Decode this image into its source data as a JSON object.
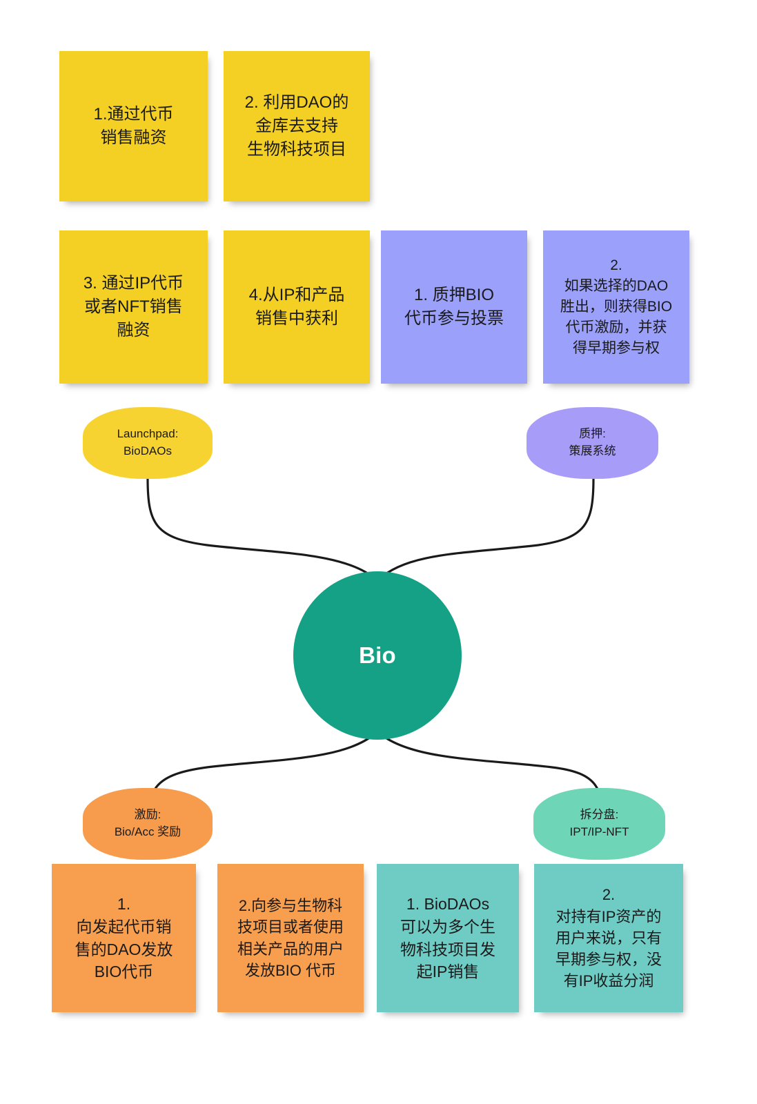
{
  "hub": {
    "label": "Bio",
    "color": "#14A185"
  },
  "colors": {
    "yellow_note": "#F4D024",
    "purple_note": "#9BA0FA",
    "orange_note": "#F79F4F",
    "teal_note": "#6FCCC5",
    "yellow_pill": "#F7D331",
    "purple_pill": "#A79CF7",
    "orange_pill": "#F79B4D",
    "teal_pill": "#6ED5B7",
    "hub_green": "#14A185",
    "connector_line": "#1A1A1A",
    "background": "#FFFFFF"
  },
  "branches": {
    "launchpad": {
      "pill_label": "Launchpad:\nBioDAOs",
      "notes": [
        "1.通过代币\n销售融资",
        "2. 利用DAO的\n金库去支持\n生物科技项目",
        "3. 通过IP代币\n或者NFT销售\n融资",
        "4.从IP和产品\n销售中获利"
      ]
    },
    "staking": {
      "pill_label": "质押:\n策展系统",
      "notes": [
        "1. 质押BIO\n代币参与投票",
        "2.\n如果选择的DAO\n胜出，则获得BIO\n代币激励，并获\n得早期参与权"
      ]
    },
    "incentive": {
      "pill_label": "激励:\nBio/Acc 奖励",
      "notes": [
        "1.\n向发起代币销\n售的DAO发放\nBIO代币",
        "2.向参与生物科\n技项目或者使用\n相关产品的用户\n发放BIO 代币"
      ]
    },
    "split": {
      "pill_label": "拆分盘:\nIPT/IP-NFT",
      "notes": [
        "1. BioDAOs\n可以为多个生\n物科技项目发\n起IP销售",
        "2.\n对持有IP资产的\n用户来说，只有\n早期参与权，没\n有IP收益分润"
      ]
    }
  }
}
